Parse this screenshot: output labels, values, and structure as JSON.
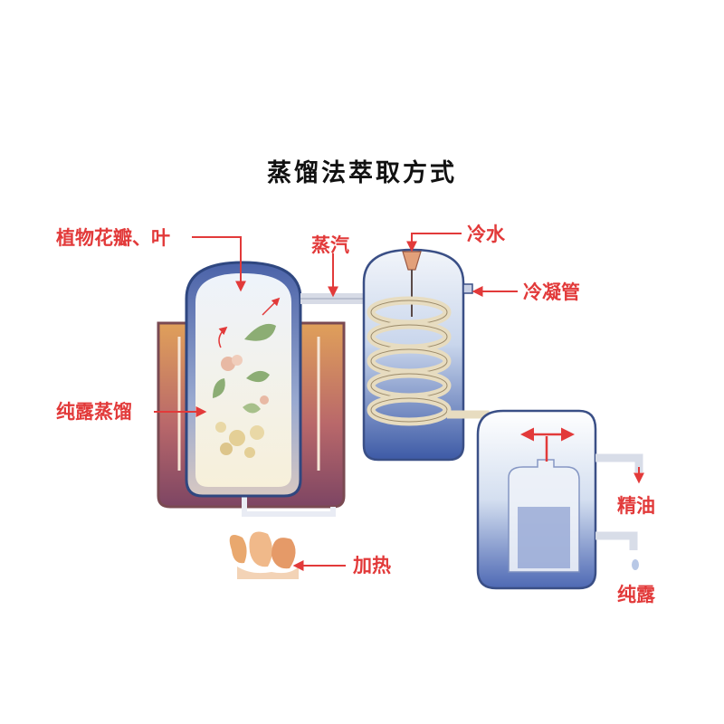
{
  "title": "蒸馏法萃取方式",
  "labels": {
    "petals_leaves": "植物花瓣、叶",
    "steam": "蒸汽",
    "cold_water": "冷水",
    "condenser": "冷凝管",
    "pure_distill": "纯露蒸馏",
    "heating": "加热",
    "essential_oil": "精油",
    "hydrosol": "纯露"
  },
  "colors": {
    "label": "#e23a3a",
    "title": "#111111",
    "vessel_dark": "#3f5a9c",
    "vessel_light": "#dfe8f6",
    "bath_orange": "#d6874a",
    "bath_purple": "#8e4f6e",
    "coil": "#e7dcc0",
    "leaf": "#8cad74",
    "petal": "#e8b9a4",
    "flame": "#e9a86e"
  }
}
